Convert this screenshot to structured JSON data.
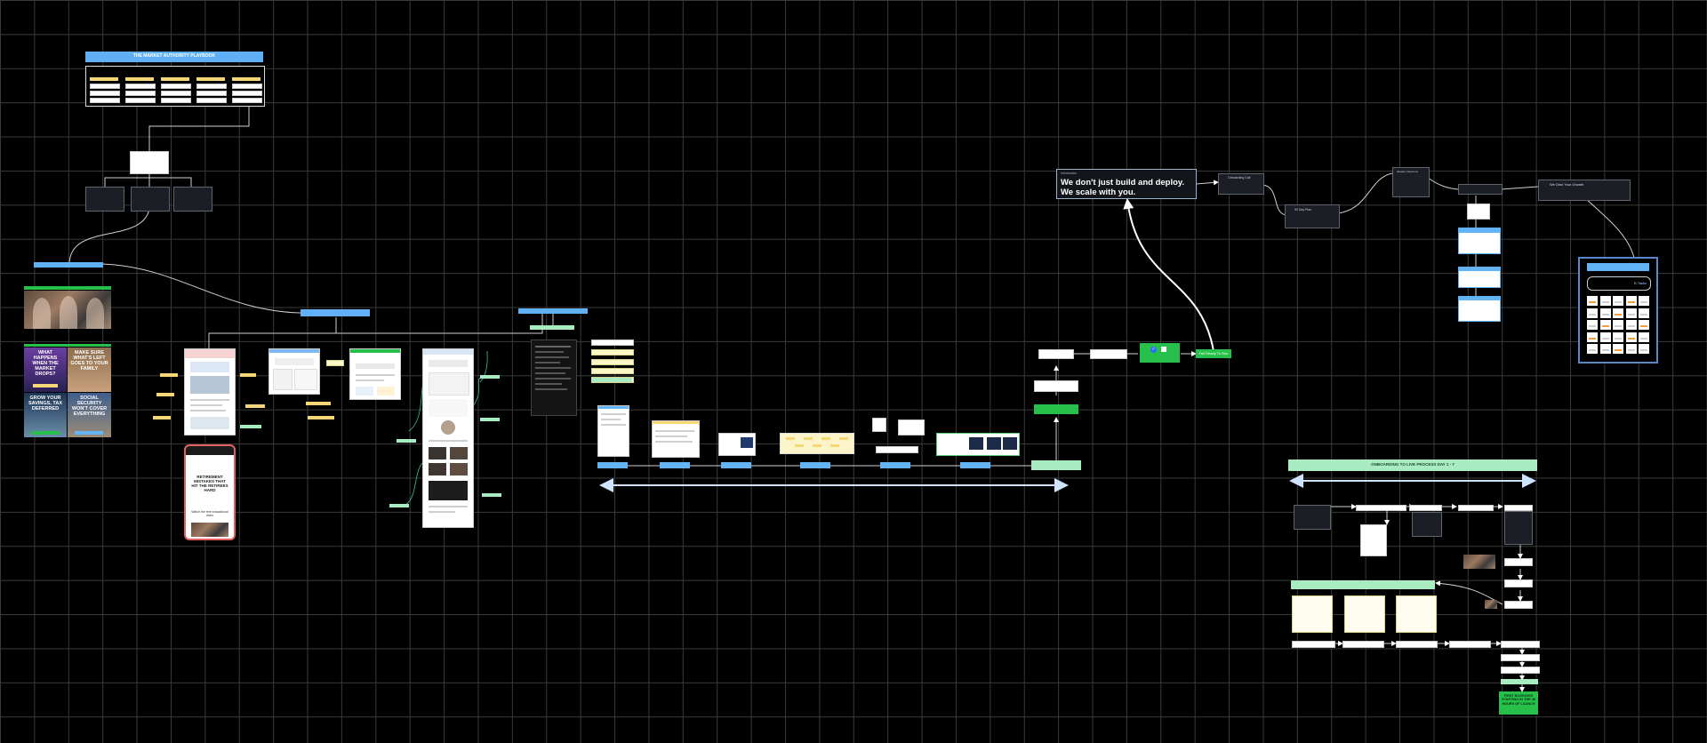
{
  "board": {
    "background": "#000000",
    "grid_color": "#3a3a3a"
  },
  "org": {
    "title": "THE MARKET AUTHORITY PLAYBOOK",
    "columns": [
      "",
      "",
      "",
      "",
      ""
    ]
  },
  "ads": {
    "ad1_headline": "WHAT HAPPENS WHEN THE MARKET DROPS?",
    "ad2_headline": "MAKE SURE WHAT'S LEFT GOES TO YOUR FAMILY",
    "ad3_headline": "GROW YOUR SAVINGS, TAX DEFERRED",
    "ad4_headline": "SOCIAL SECURITY WON'T COVER EVERYTHING"
  },
  "landing": {
    "phone_headline": "RETIREMENT MISTAKES THAT HIT THE RETIREES HARD",
    "phone_button": "Watch the free educational video"
  },
  "hero": {
    "label": "Introduction",
    "headline_line1": "We don't just build and deploy.",
    "headline_line2": "We scale with you."
  },
  "steps": {
    "onboarding": "Onboarding Call",
    "ninety_day": "90 Day Plan",
    "weekly": "Weekly Check-ins",
    "scale": "We Own Your Growth",
    "kickoff": "Full Ready To Run"
  },
  "calendar": {
    "tab1": "",
    "tab2": "",
    "tab3": "B Tasks"
  },
  "onboarding_track": {
    "title": "ONBOARDING TO LIVE PROCESS DAY 1 - 7",
    "final_label": "FIRST BOOKINGS STARTING IN THE 48 HOURS OF LAUNCH"
  },
  "colors": {
    "accent_blue": "#5fb0f5",
    "accent_green": "#27c04b",
    "mint": "#a9ecc2",
    "yellow": "#f5d777"
  }
}
